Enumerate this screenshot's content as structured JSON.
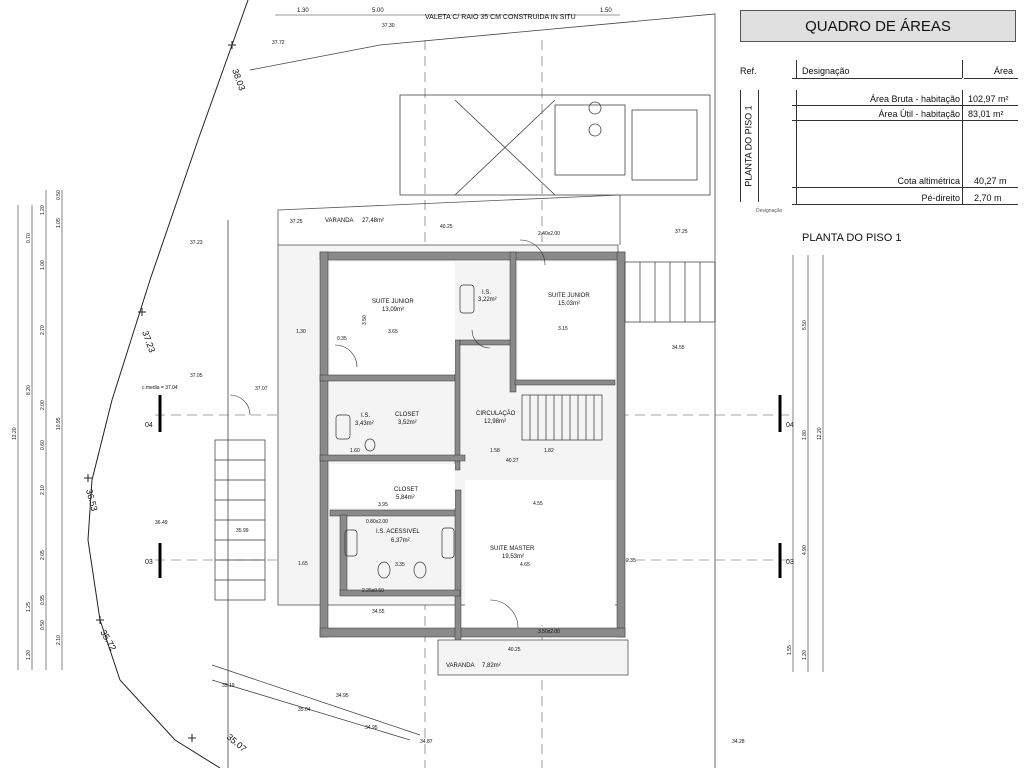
{
  "quadro": {
    "title": "QUADRO DE ÁREAS",
    "col_ref": "Ref.",
    "col_designacao": "Designação",
    "col_area": "Área",
    "floor_label": "PLANTA DO PISO 1",
    "rows": [
      {
        "label": "Área Bruta - habitação",
        "value": "102,97 m²"
      },
      {
        "label": "Área Útil - habitação",
        "value": "83,01 m²"
      },
      {
        "label": "Cota altimétrica",
        "value": "40,27 m"
      },
      {
        "label": "Pé-direito",
        "value": "2,70 m"
      }
    ],
    "small_note": "Designação"
  },
  "plan_title": "PLANTA DO PISO 1",
  "top_note": "VALETA C/ RAIO 35 CM CONSTRUIDA IN SITU",
  "rooms": [
    {
      "name": "VARANDA",
      "area": "27,48m²"
    },
    {
      "name": "SUITE JUNIOR",
      "area": "13,09m²"
    },
    {
      "name": "I.S.",
      "area": "3,22m²"
    },
    {
      "name": "SUITE JUNIOR",
      "area": "15,03m²"
    },
    {
      "name": "I.S.",
      "area": "3,43m²"
    },
    {
      "name": "CLOSET",
      "area": "3,52m²"
    },
    {
      "name": "CIRCULAÇÃO",
      "area": "12,98m²"
    },
    {
      "name": "CLOSET",
      "area": "5,84m²"
    },
    {
      "name": "I.S. ACESSIVEL",
      "area": "6,37m²"
    },
    {
      "name": "SUITE MASTER",
      "area": "19,53m²"
    },
    {
      "name": "VARANDA",
      "area": "7,82m²"
    }
  ],
  "boundary_dims": [
    "38.03",
    "37.23",
    "36.53",
    "35.72",
    "35.07"
  ],
  "spot_levels": [
    "37.72",
    "37.30",
    "37.25",
    "37.23",
    "40.25",
    "37.25",
    "37.05",
    "37.07",
    "c.media = 37.04",
    "36.49",
    "35.99",
    "34.55",
    "34.55",
    "40.27",
    "40.25",
    "35.19",
    "34.95",
    "35.04",
    "34.95",
    "34.87",
    "34.28"
  ],
  "section_marks": [
    "04",
    "03",
    "04",
    "03"
  ],
  "left_dims": [
    "1.20",
    "0.50",
    "1.05",
    "0.70",
    "1.00",
    "2.70",
    "8.20",
    "2.00",
    "12.20",
    "10.95",
    "0.60",
    "2.10",
    "2.05",
    "1.25",
    "0.95",
    "0.50",
    "2.10",
    "1.20"
  ],
  "right_dims": [
    "5.50",
    "12.20",
    "1.80",
    "4.90",
    "1.55",
    "1.20"
  ],
  "top_dims": [
    "1.30",
    "5.00",
    "1.50"
  ],
  "inner_dims": [
    "3.65",
    "3.15",
    "1.30",
    "3.50",
    "0.35",
    "4.55",
    "3.95",
    "4.65",
    "3.35",
    "1.65",
    "2.35",
    "1.60",
    "1.82",
    "1.58",
    "2.40x2.00",
    "3.50x2.00",
    "2.25x0.50",
    "0.80x2.00"
  ]
}
